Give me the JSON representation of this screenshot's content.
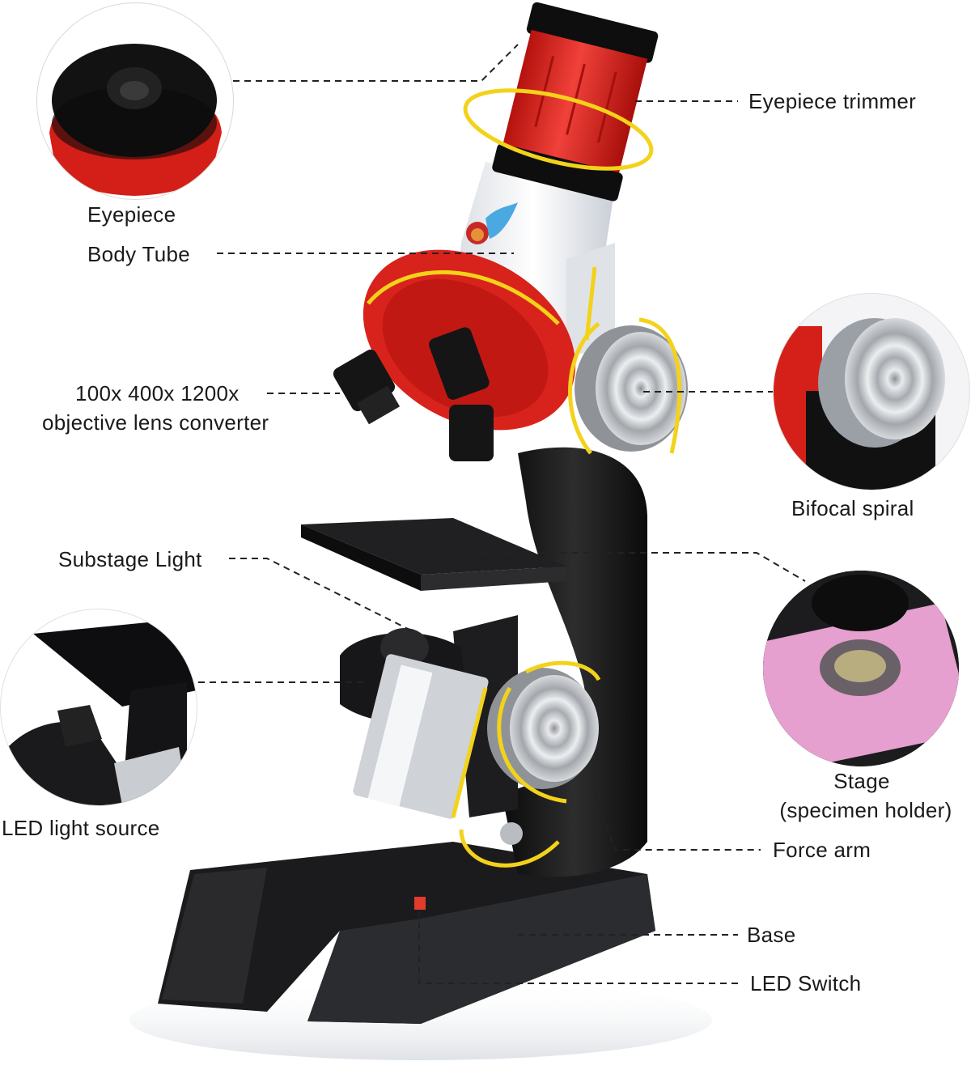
{
  "diagram": {
    "subject": "Microscope",
    "colors": {
      "red": "#d8231c",
      "black": "#141414",
      "white_body": "#eef0f3",
      "silver": "#b9bcc0",
      "yellow_arrow": "#f3d21a",
      "pink_slide": "#e59ac8",
      "leader_line": "#222222"
    },
    "labels": {
      "eyepiece": "Eyepiece",
      "body_tube": "Body Tube",
      "eyepiece_trimmer": "Eyepiece trimmer",
      "objective_line1": "100x 400x 1200x",
      "objective_line2": "objective lens converter",
      "bifocal_spiral": "Bifocal spiral",
      "substage_light": "Substage Light",
      "stage_line1": "Stage",
      "stage_line2": "(specimen holder)",
      "led_light_source": "LED light source",
      "force_arm": "Force arm",
      "base": "Base",
      "led_switch": "LED Switch"
    },
    "insets": [
      {
        "name": "eyepiece-inset",
        "depicts": "Eyepiece"
      },
      {
        "name": "bifocal-spiral-inset",
        "depicts": "Bifocal spiral"
      },
      {
        "name": "stage-inset",
        "depicts": "Stage (specimen holder)"
      },
      {
        "name": "led-light-source-inset",
        "depicts": "LED light source"
      }
    ],
    "magnifications": [
      "100x",
      "400x",
      "1200x"
    ]
  }
}
